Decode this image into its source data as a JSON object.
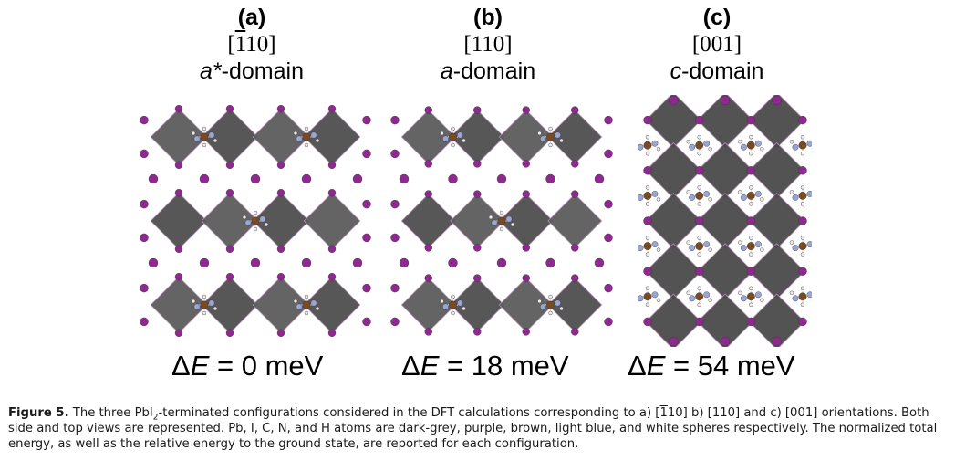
{
  "panels": [
    {
      "letter": "(a)",
      "direction_prefix": "[",
      "direction_bar": "1",
      "direction_rest": "10]",
      "domain_prefix": "a*",
      "domain_suffix": "-domain",
      "energy_prefix": "Δ",
      "energy_var": "E",
      "energy_value": " = 0 meV"
    },
    {
      "letter": "(b)",
      "direction_prefix": "[110]",
      "direction_bar": "",
      "direction_rest": "",
      "domain_prefix": "a",
      "domain_suffix": "-domain",
      "energy_prefix": "Δ",
      "energy_var": "E",
      "energy_value": " = 18 meV"
    },
    {
      "letter": "(c)",
      "direction_prefix": "[001]",
      "direction_bar": "",
      "direction_rest": "",
      "domain_prefix": "c",
      "domain_suffix": "-domain",
      "energy_prefix": "Δ",
      "energy_var": "E",
      "energy_value": " = 54 meV"
    }
  ],
  "colors": {
    "pb_octahedra": "#4f4f4f",
    "iodine": "#8e2a8f",
    "carbon": "#7a4a22",
    "nitrogen": "#9aa6d6",
    "hydrogen": "#f3e9ec"
  },
  "caption": {
    "label": "Figure 5.",
    "part1": " The three PbI",
    "sub": "2",
    "part2": "-terminated configurations considered in the DFT calculations corresponding to a) [",
    "bar": "1",
    "part3": "10] b) [110] and c) [001] orientations. Both side and top views are represented. Pb, I, C, N, and H atoms are dark-grey, purple, brown, light blue, and white spheres respectively. The normalized total energy, as well as the relative energy to the ground state, are reported for each configuration."
  }
}
